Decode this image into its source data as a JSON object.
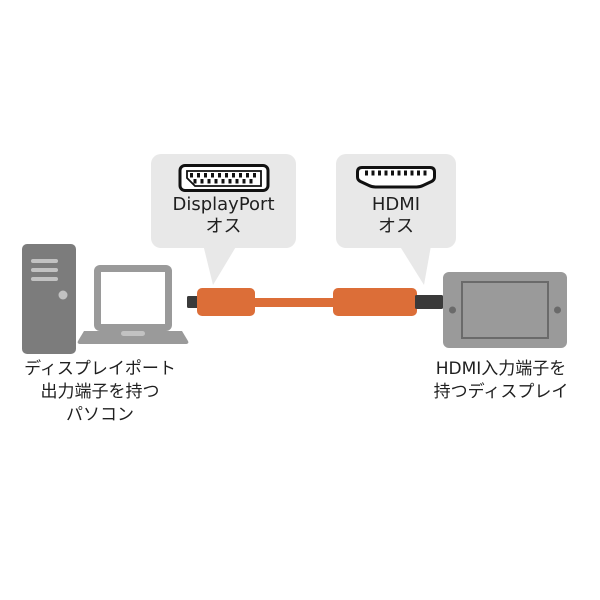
{
  "callouts": {
    "displayport": {
      "name": "DisplayPort",
      "gender": "オス"
    },
    "hdmi": {
      "name": "HDMI",
      "gender": "オス"
    }
  },
  "captions": {
    "pc": {
      "line1": "ディスプレイポート",
      "line2": "出力端子を持つ",
      "line3": "パソコン"
    },
    "display": {
      "line1": "HDMI入力端子を",
      "line2": "持つディスプレイ"
    }
  },
  "icons": {
    "displayport_connector": "displayport-connector-icon",
    "hdmi_connector": "hdmi-connector-icon"
  },
  "colors": {
    "bubble": "#e8e8e8",
    "cable-orange": "#dc6e38",
    "connector-dark": "#3a3a3a",
    "device-gray": "#9a9a9a",
    "tower-gray": "#7c7c7c",
    "device-detail": "#6a6a6a",
    "device-light": "#c2c2c2",
    "screen-white": "#ffffff",
    "icon-ink": "#111111",
    "text": "#1f1f1f"
  }
}
